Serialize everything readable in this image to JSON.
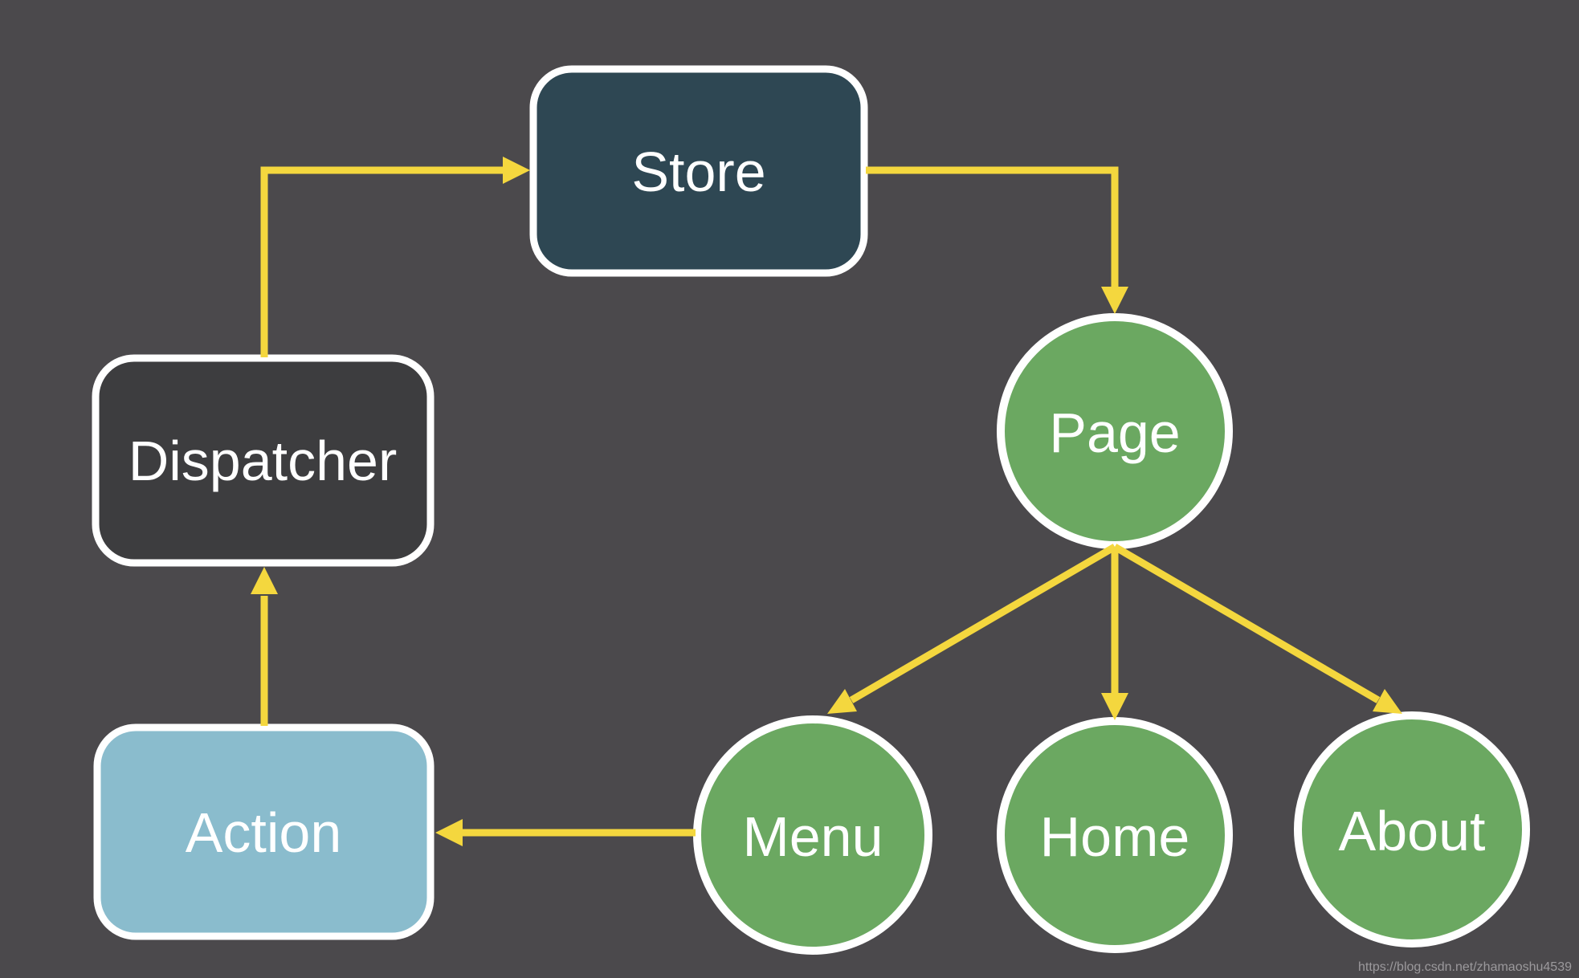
{
  "diagram": {
    "background_color": "#4B494C",
    "arrow_color": "#F4D73E",
    "node_border_color": "#FFFFFF",
    "label_color": "#FFFFFF",
    "nodes": {
      "store": {
        "label": "Store",
        "shape": "rounded-rectangle",
        "fill": "#2E4753"
      },
      "dispatcher": {
        "label": "Dispatcher",
        "shape": "rounded-rectangle",
        "fill": "#3D3D3F"
      },
      "action": {
        "label": "Action",
        "shape": "rounded-rectangle",
        "fill": "#8ABCCD"
      },
      "page": {
        "label": "Page",
        "shape": "circle",
        "fill": "#6BA861"
      },
      "menu": {
        "label": "Menu",
        "shape": "circle",
        "fill": "#6BA861"
      },
      "home": {
        "label": "Home",
        "shape": "circle",
        "fill": "#6BA861"
      },
      "about": {
        "label": "About",
        "shape": "circle",
        "fill": "#6BA861"
      }
    },
    "edges": [
      {
        "from": "Dispatcher",
        "to": "Store"
      },
      {
        "from": "Store",
        "to": "Page"
      },
      {
        "from": "Page",
        "to": "Menu"
      },
      {
        "from": "Page",
        "to": "Home"
      },
      {
        "from": "Page",
        "to": "About"
      },
      {
        "from": "Menu",
        "to": "Action"
      },
      {
        "from": "Action",
        "to": "Dispatcher"
      }
    ]
  },
  "watermark": {
    "text": "https://blog.csdn.net/zhamaoshu4539",
    "color": "#9B999C"
  }
}
